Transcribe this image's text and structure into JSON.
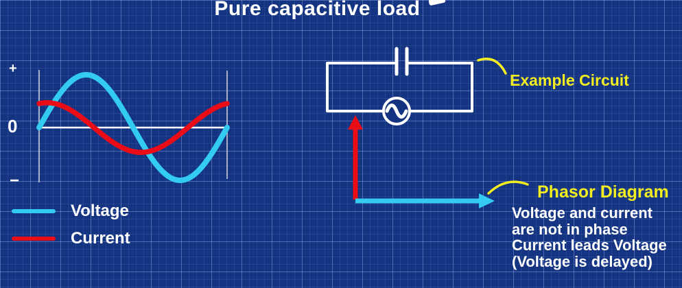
{
  "title": "Pure capacitive load",
  "colors": {
    "background": "#143381",
    "voltage": "#33cbf0",
    "current": "#ea0c16",
    "accent_yellow": "#f2ed1f",
    "axis_gray": "#c7cfdd",
    "white": "#ffffff"
  },
  "chart_data": {
    "type": "line",
    "title": "Pure capacitive load",
    "x_range_cycles": [
      0,
      1
    ],
    "y_tick_labels": [
      "+",
      "0",
      "−"
    ],
    "model": "y(t) = amplitude * sin(2*pi*t + phase_deg)",
    "grid": false,
    "series": [
      {
        "name": "Voltage",
        "color": "#33cbf0",
        "amplitude": 1.0,
        "phase_deg": 0
      },
      {
        "name": "Current",
        "color": "#ea0c16",
        "amplitude": 0.47,
        "phase_deg": 75
      }
    ]
  },
  "legend": {
    "items": [
      {
        "label": "Voltage",
        "color": "#33cbf0"
      },
      {
        "label": "Current",
        "color": "#ea0c16"
      }
    ]
  },
  "circuit": {
    "label": "Example Circuit",
    "components": [
      "capacitor",
      "ac-voltage-source"
    ]
  },
  "phasor": {
    "label": "Phasor Diagram",
    "vectors": [
      {
        "name": "Current",
        "direction": "up",
        "color": "#ea0c16"
      },
      {
        "name": "Voltage",
        "direction": "right",
        "color": "#33cbf0"
      }
    ],
    "description_lines": [
      "Voltage and current",
      "are not in phase",
      "Current leads Voltage",
      "(Voltage is delayed)"
    ]
  }
}
